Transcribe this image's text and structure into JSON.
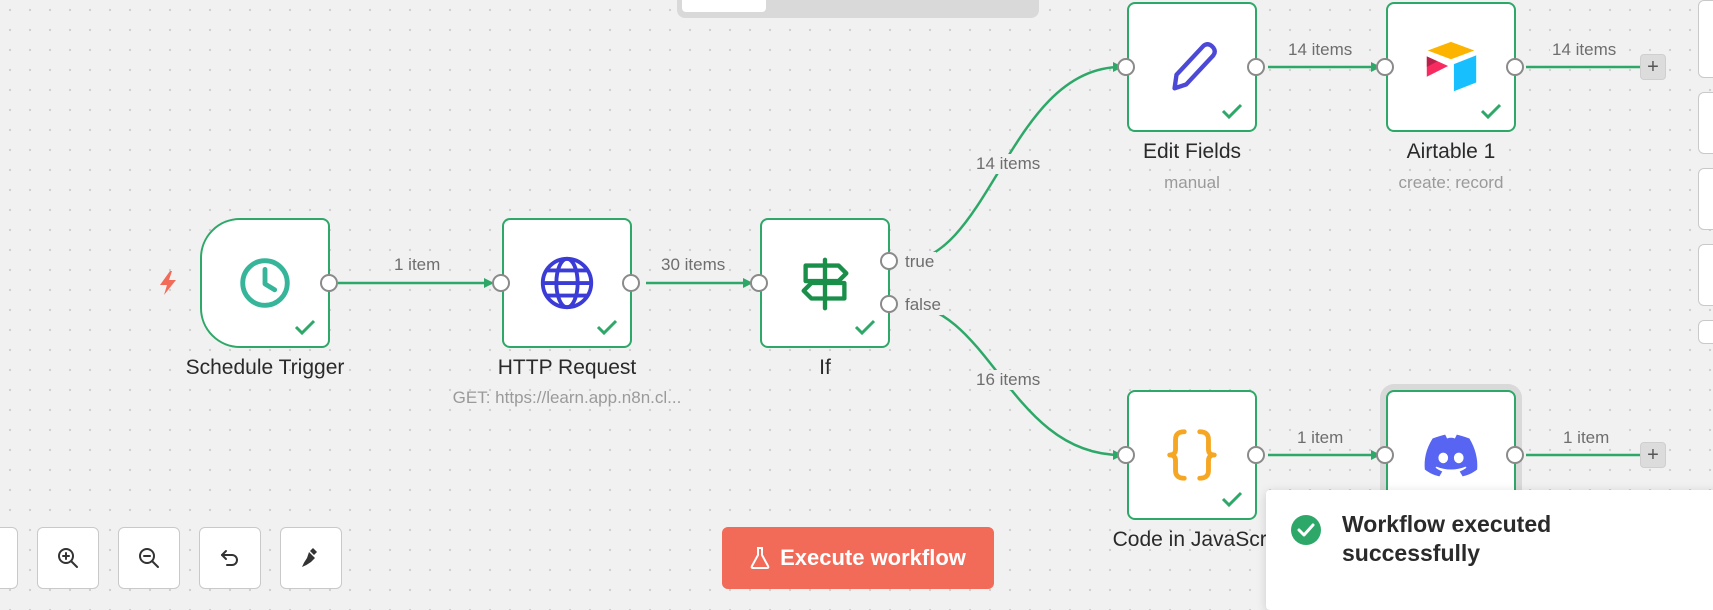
{
  "nodes": {
    "schedule_trigger": {
      "name": "Schedule Trigger"
    },
    "http_request": {
      "name": "HTTP Request",
      "subtitle": "GET: https://learn.app.n8n.cl..."
    },
    "if": {
      "name": "If",
      "output_true": "true",
      "output_false": "false"
    },
    "edit_fields": {
      "name": "Edit Fields",
      "subtitle": "manual"
    },
    "airtable": {
      "name": "Airtable 1",
      "subtitle": "create: record"
    },
    "code": {
      "name": "Code in JavaScri"
    }
  },
  "edges": {
    "trigger_to_http": "1 item",
    "http_to_if": "30 items",
    "if_true_to_edit": "14 items",
    "if_false_to_code": "16 items",
    "edit_to_airtable": "14 items",
    "airtable_out": "14 items",
    "code_to_discord": "1 item",
    "discord_out": "1 item"
  },
  "toolbar": {
    "execute_label": "Execute workflow"
  },
  "toast": {
    "message": "Workflow executed successfully"
  },
  "colors": {
    "node_border_success": "#2ea868",
    "edge": "#2ea868",
    "execute_button": "#f26a58",
    "http_icon": "#3b3bd6",
    "if_icon": "#1a8f4a",
    "discord_icon": "#5865f2",
    "code_icon": "#f5a623"
  },
  "icons": {
    "trigger": "clock-icon",
    "http": "globe-icon",
    "if": "signpost-icon",
    "edit": "pencil-icon",
    "airtable": "airtable-logo-icon",
    "code": "curly-braces-icon",
    "discord": "discord-icon"
  }
}
